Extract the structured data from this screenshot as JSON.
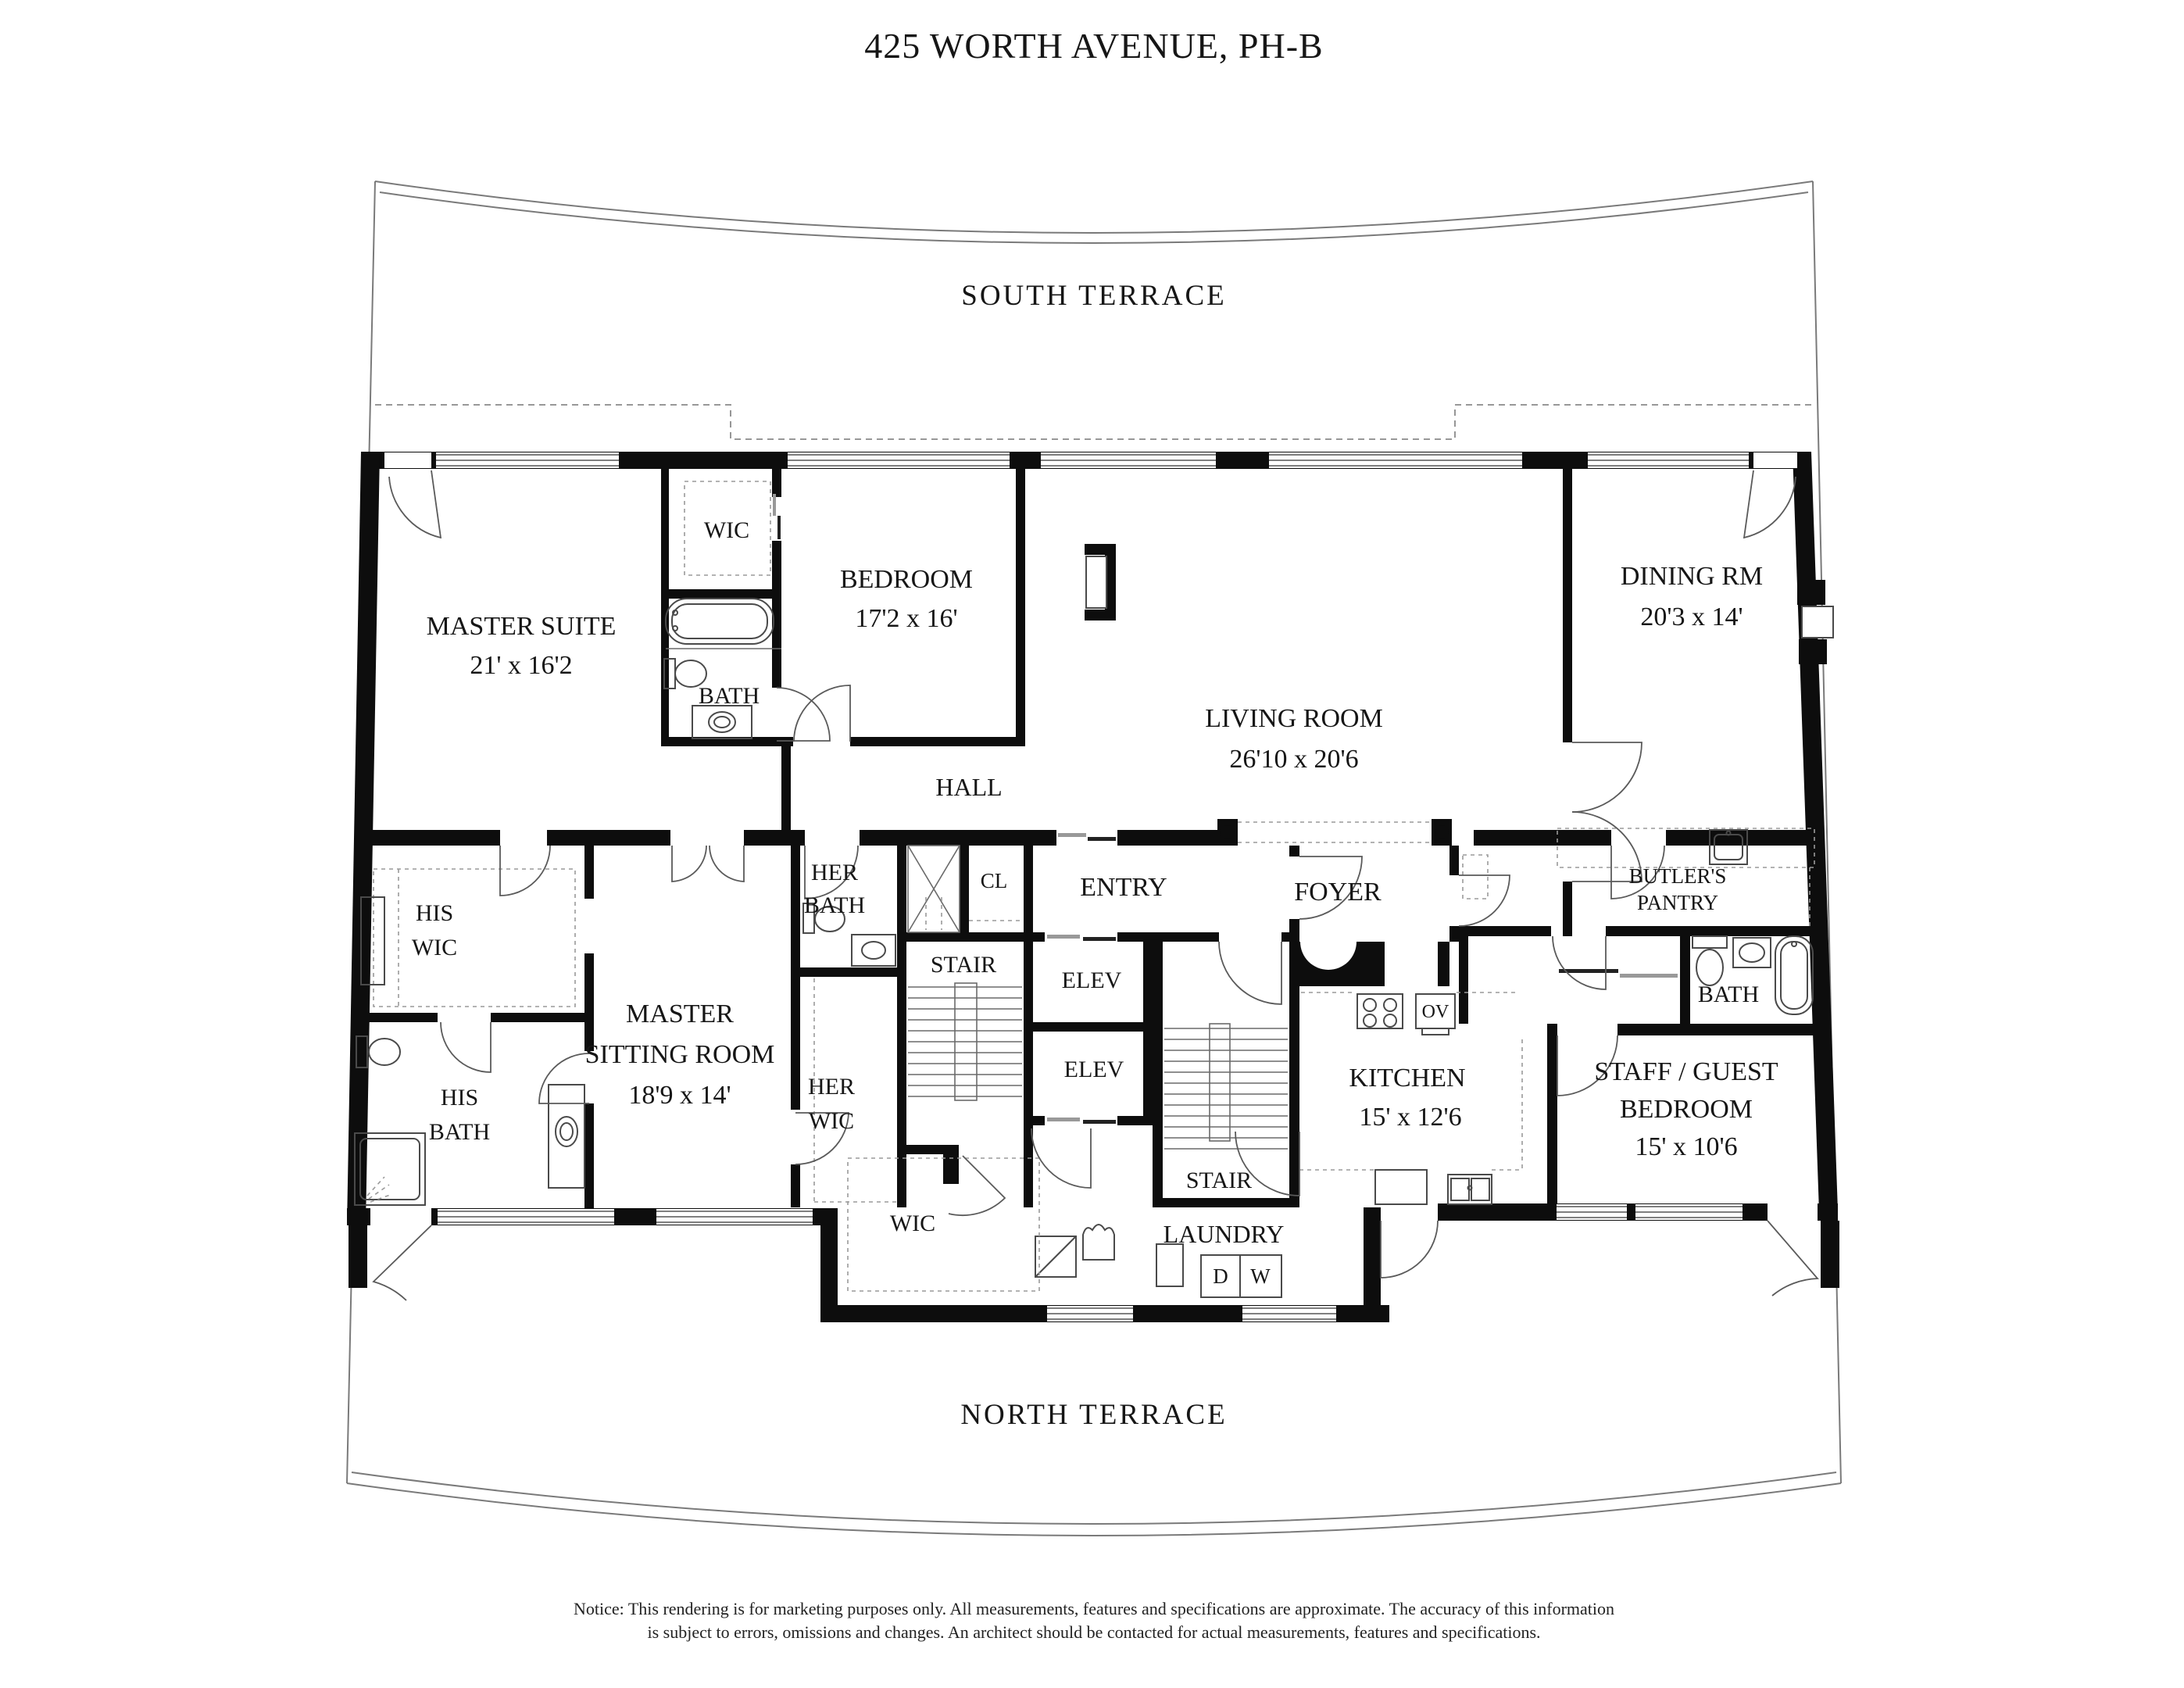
{
  "title": "425 WORTH AVENUE, PH-B",
  "terraces": {
    "south": "SOUTH TERRACE",
    "north": "NORTH TERRACE"
  },
  "rooms": {
    "master_suite": {
      "name": "MASTER SUITE",
      "dims": "21' x 16'2"
    },
    "master_wic": {
      "name": "WIC"
    },
    "master_bath": {
      "name": "BATH"
    },
    "bedroom": {
      "name": "BEDROOM",
      "dims": "17'2 x 16'"
    },
    "living_room": {
      "name": "LIVING ROOM",
      "dims": "26'10 x 20'6"
    },
    "dining_room": {
      "name": "DINING RM",
      "dims": "20'3 x 14'"
    },
    "hall": {
      "name": "HALL"
    },
    "his_wic": {
      "line1": "HIS",
      "line2": "WIC"
    },
    "his_bath": {
      "line1": "HIS",
      "line2": "BATH"
    },
    "master_sitting": {
      "line1": "MASTER",
      "line2": "SITTING ROOM",
      "dims": "18'9 x 14'"
    },
    "her_bath": {
      "line1": "HER",
      "line2": "BATH"
    },
    "her_wic": {
      "line1": "HER",
      "line2": "WIC"
    },
    "closet": {
      "name": "CL"
    },
    "entry": {
      "name": "ENTRY"
    },
    "foyer": {
      "name": "FOYER"
    },
    "stair_main": {
      "name": "STAIR"
    },
    "stair_service": {
      "name": "STAIR"
    },
    "elevator_a": {
      "name": "ELEV"
    },
    "elevator_b": {
      "name": "ELEV"
    },
    "kitchen": {
      "name": "KITCHEN",
      "dims": "15' x 12'6"
    },
    "butlers_pantry": {
      "line1": "BUTLER'S",
      "line2": "PANTRY"
    },
    "service_bath": {
      "name": "BATH"
    },
    "staff_bedroom": {
      "line1": "STAFF / GUEST",
      "line2": "BEDROOM",
      "dims": "15' x 10'6"
    },
    "laundry": {
      "name": "LAUNDRY"
    },
    "lower_wic": {
      "name": "WIC"
    }
  },
  "appliances": {
    "oven": "OV",
    "dryer": "D",
    "washer": "W"
  },
  "notice": {
    "line1": "Notice: This rendering is for marketing purposes only. All measurements, features and specifications are approximate. The accuracy of this information",
    "line2": "is subject to errors, omissions and changes. An architect should be contacted for actual measurements, features and specifications."
  }
}
